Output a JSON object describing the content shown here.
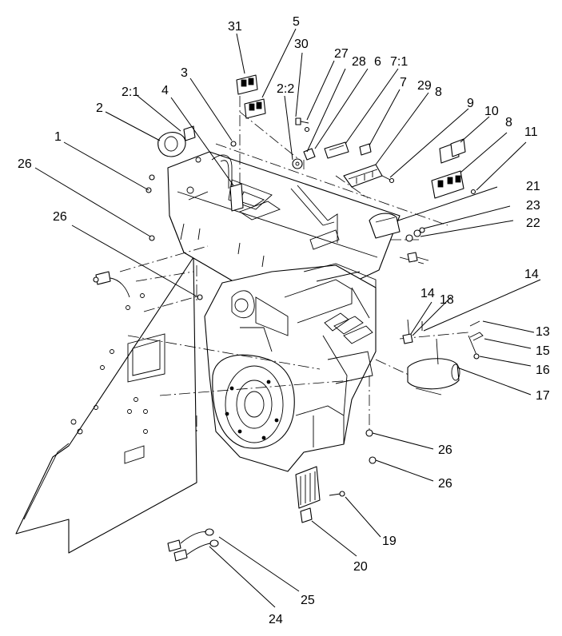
{
  "callouts": [
    {
      "id": "c31",
      "label": "31"
    },
    {
      "id": "c5",
      "label": "5"
    },
    {
      "id": "c30",
      "label": "30"
    },
    {
      "id": "c27",
      "label": "27"
    },
    {
      "id": "c28",
      "label": "28"
    },
    {
      "id": "c6",
      "label": "6"
    },
    {
      "id": "c7_1",
      "label": "7:1"
    },
    {
      "id": "c2_1",
      "label": "2:1"
    },
    {
      "id": "c3",
      "label": "3"
    },
    {
      "id": "c4",
      "label": "4"
    },
    {
      "id": "c2_2",
      "label": "2:2"
    },
    {
      "id": "c7",
      "label": "7"
    },
    {
      "id": "c29",
      "label": "29"
    },
    {
      "id": "c8a",
      "label": "8"
    },
    {
      "id": "c2",
      "label": "2"
    },
    {
      "id": "c9",
      "label": "9"
    },
    {
      "id": "c10",
      "label": "10"
    },
    {
      "id": "c8b",
      "label": "8"
    },
    {
      "id": "c1",
      "label": "1"
    },
    {
      "id": "c11",
      "label": "11"
    },
    {
      "id": "c26a",
      "label": "26"
    },
    {
      "id": "c21",
      "label": "21"
    },
    {
      "id": "c26b",
      "label": "26"
    },
    {
      "id": "c23",
      "label": "23"
    },
    {
      "id": "c22",
      "label": "22"
    },
    {
      "id": "c14a",
      "label": "14"
    },
    {
      "id": "c14b",
      "label": "14"
    },
    {
      "id": "c18",
      "label": "18"
    },
    {
      "id": "c13",
      "label": "13"
    },
    {
      "id": "c15",
      "label": "15"
    },
    {
      "id": "c16",
      "label": "16"
    },
    {
      "id": "c17",
      "label": "17"
    },
    {
      "id": "c26c",
      "label": "26"
    },
    {
      "id": "c26d",
      "label": "26"
    },
    {
      "id": "c19",
      "label": "19"
    },
    {
      "id": "c20",
      "label": "20"
    },
    {
      "id": "c25",
      "label": "25"
    },
    {
      "id": "c24",
      "label": "24"
    }
  ]
}
